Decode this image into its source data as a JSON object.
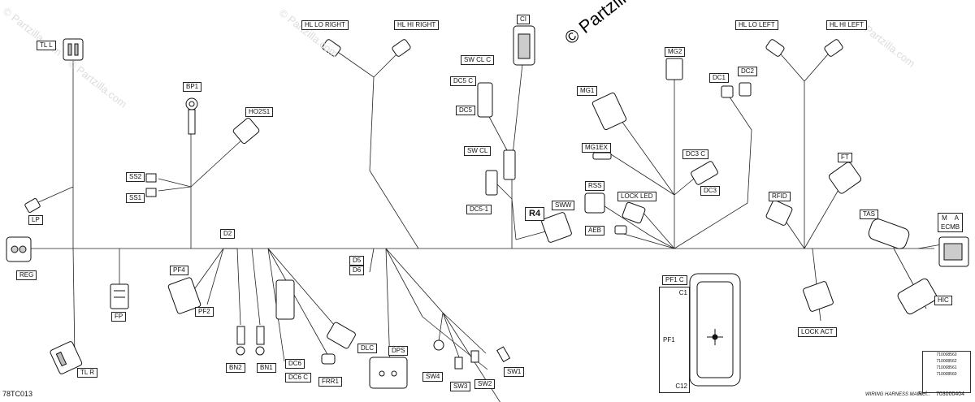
{
  "diagram_code": "78TC013",
  "watermark": "© Partzilla.com",
  "watermark_faint": "© Partzilla.com",
  "reference": {
    "part_numbers": [
      "710008563",
      "710008562",
      "710008561",
      "710008560"
    ],
    "footer_left": "WIRING HARNESS MAIN",
    "footer_ref_label": "Ref.:",
    "footer_ref_value": "703000404"
  },
  "labels": {
    "tl_l": "TL L",
    "tl_r": "TL R",
    "reg": "REG",
    "lp": "LP",
    "fp": "FP",
    "bp1": "BP1",
    "ho2s1": "HO2S1",
    "ss2": "SS2",
    "ss1": "SS1",
    "d2": "D2",
    "pf4": "PF4",
    "pf2": "PF2",
    "bn2": "BN2",
    "bn1": "BN1",
    "dc6": "DC6",
    "dc6_c": "DC6 C",
    "frr1": "FRR1",
    "dlc": "DLC",
    "d5": "D5",
    "d6": "D6",
    "dps": "DPS",
    "sw4": "SW4",
    "sw3": "SW3",
    "sw2": "SW2",
    "sw1": "SW1",
    "hl_lo_right": "HL LO RIGHT",
    "hl_hi_right": "HL HI RIGHT",
    "ci": "CI",
    "sw_cl_c": "SW CL C",
    "dc5_c": "DC5 C",
    "dc5": "DC5",
    "sw_cl": "SW CL",
    "dc5_1": "DC5-1",
    "r4": "R4",
    "sww": "SWW",
    "mg1": "MG1",
    "mg1ex": "MG1EX",
    "rss": "RSS",
    "lock_led": "LOCK LED",
    "aeb": "AEB",
    "mg2": "MG2",
    "dc1": "DC1",
    "dc2": "DC2",
    "dc3_c": "DC3 C",
    "dc3": "DC3",
    "hl_lo_left": "HL LO LEFT",
    "hl_hi_left": "HL HI LEFT",
    "ft": "FT",
    "rfid": "RFID",
    "tas": "TAS",
    "ecmb_m": "M",
    "ecmb_a": "A",
    "ecmb": "ECMB",
    "hic": "HIC",
    "lock_act": "LOCK ACT",
    "pf1_c": "PF1 C",
    "c1": "C1",
    "pf1": "PF1",
    "c12": "C12"
  }
}
